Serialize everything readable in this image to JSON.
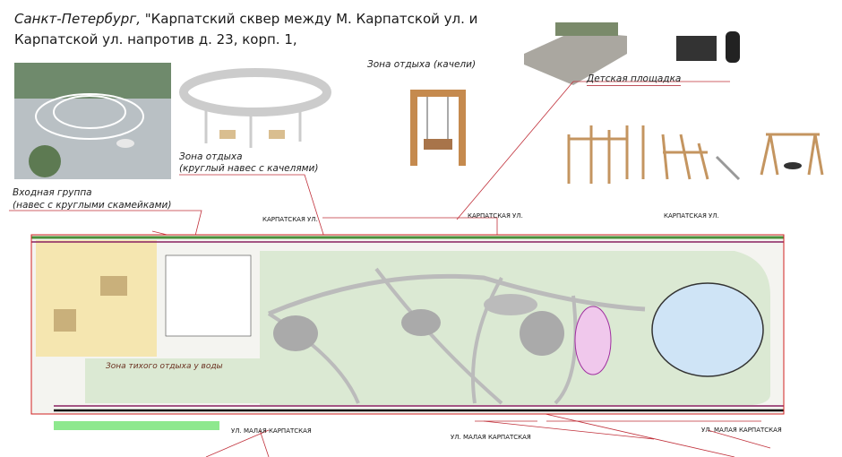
{
  "title": {
    "city": "Санкт-Петербург,",
    "line1": " \"Карпатский сквер между М. Карпатской ул. и",
    "line2": "Карпатской ул. напротив д. 23, корп. 1,"
  },
  "callouts": {
    "swings": "Зона отдыха (качели)",
    "playground": "Детская площадка",
    "round_canopy_1": "Зона отдыха",
    "round_canopy_2": "(круглый навес с качелями)",
    "entrance_1": "Входная группа",
    "entrance_2": "(навес с круглыми скамейками)",
    "water_zone": "Зона тихого отдыха у воды"
  },
  "streets": {
    "top": [
      "КАРПАТСКАЯ УЛ.",
      "КАРПАТСКАЯ УЛ.",
      "КАРПАТСКАЯ УЛ."
    ],
    "bottom": [
      "УЛ. МАЛАЯ КАРПАТСКАЯ",
      "УЛ. МАЛАЯ КАРПАТСКАЯ",
      "УЛ. МАЛАЯ КАРПАТСКАЯ"
    ]
  },
  "colors": {
    "lawn": "#dbe9d3",
    "water": "#cfe4f6",
    "leader": "#c0303a",
    "wood": "#c58a4e"
  }
}
